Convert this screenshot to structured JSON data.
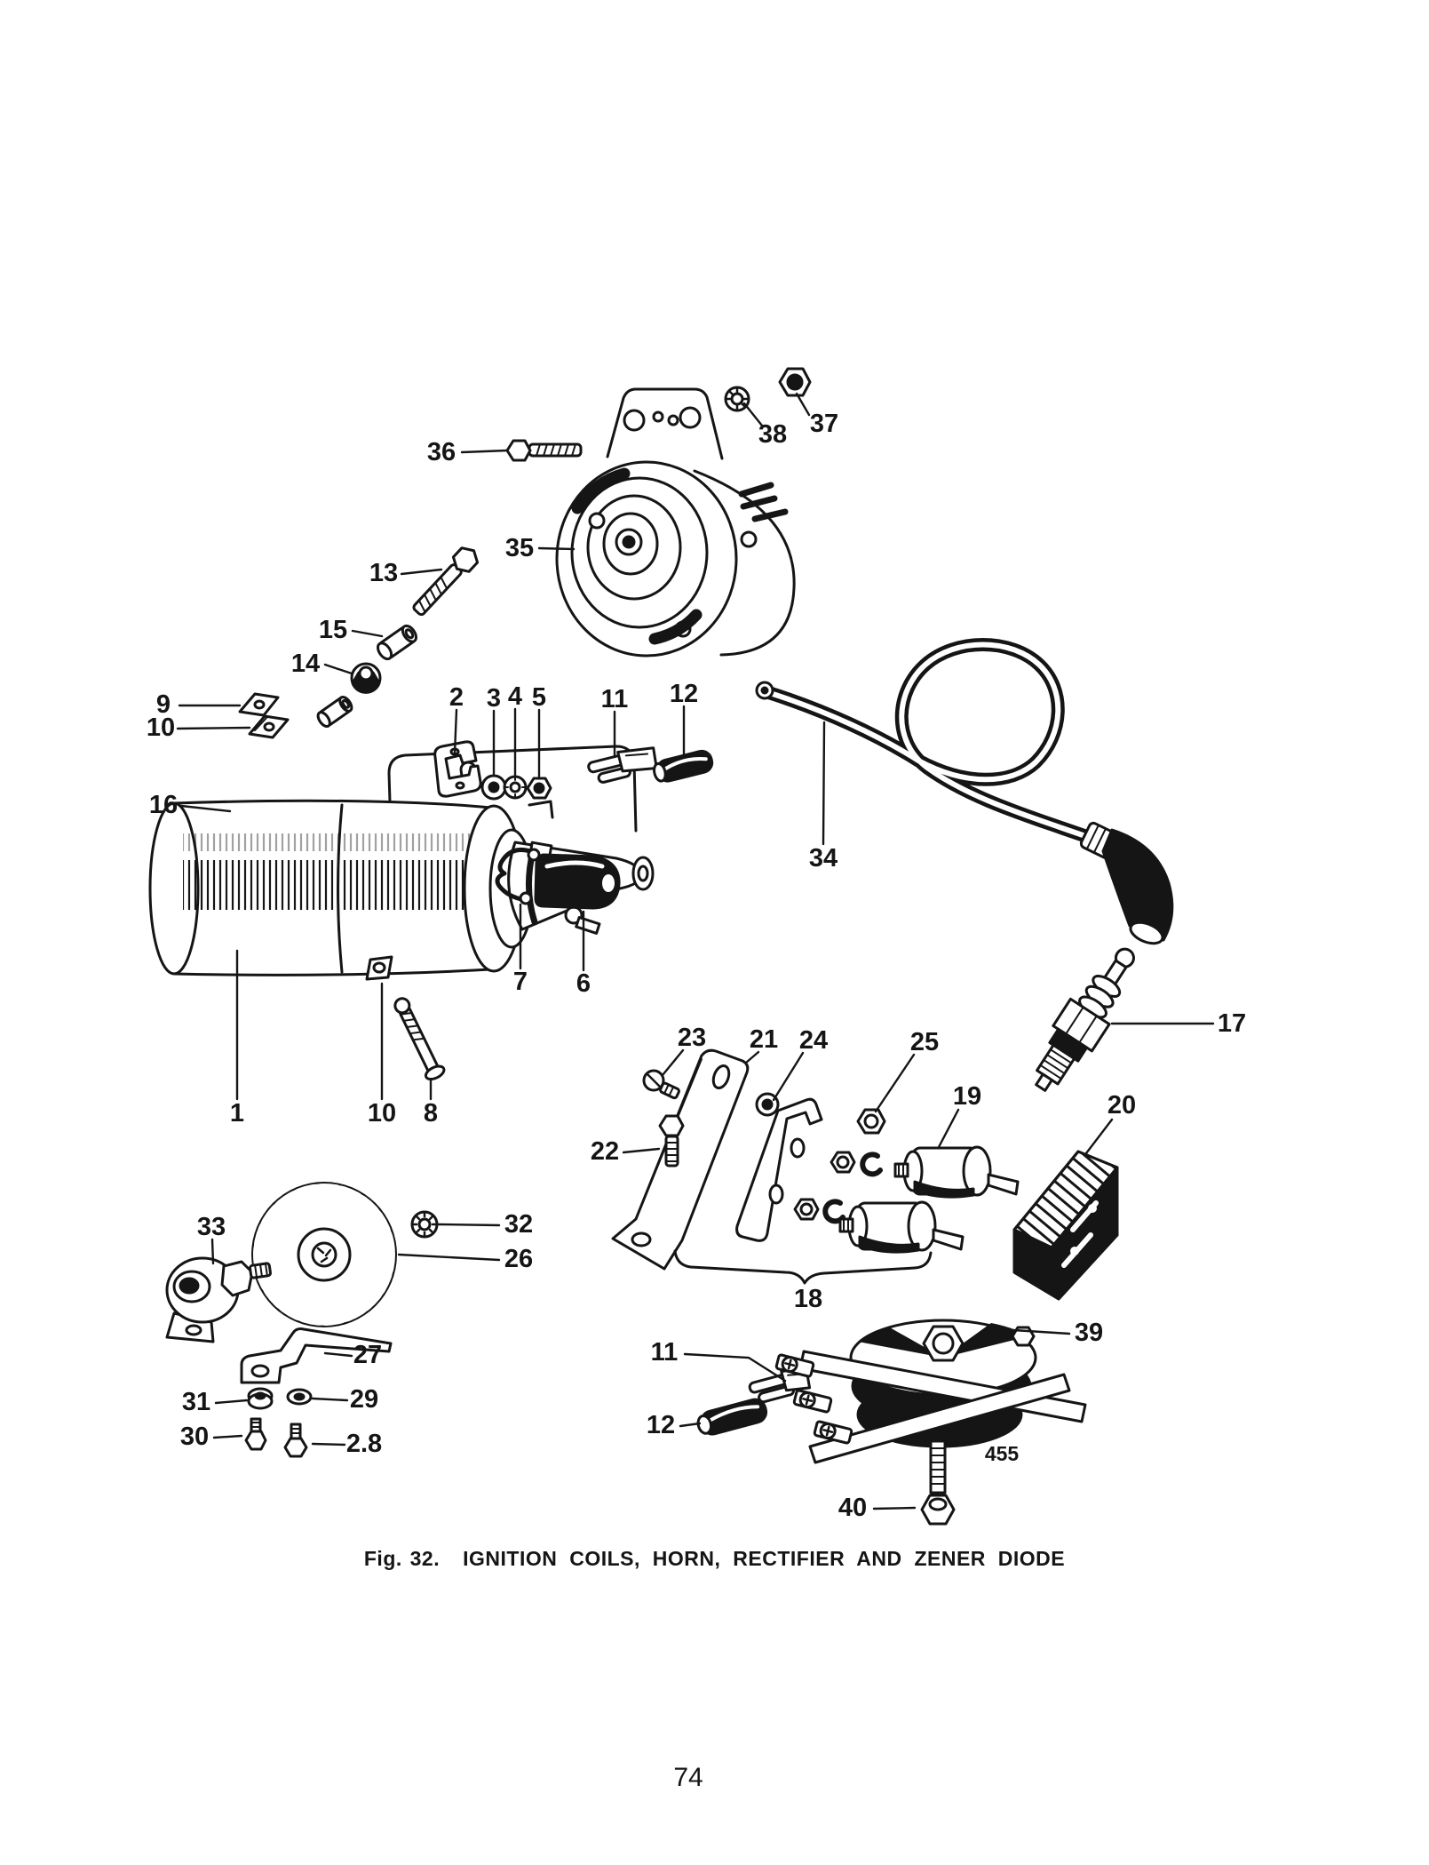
{
  "figure": {
    "caption_prefix": "Fig. 32.",
    "caption_title": "IGNITION COILS, HORN, RECTIFIER AND ZENER DIODE",
    "page_number": "74",
    "drawing_number": "455"
  },
  "colors": {
    "ink": "#151515",
    "paper": "#ffffff"
  },
  "callouts": {
    "1": "1",
    "2": "2",
    "3": "3",
    "4": "4",
    "5": "5",
    "6": "6",
    "7": "7",
    "8": "8",
    "9": "9",
    "10": "10",
    "11": "11",
    "12": "12",
    "13": "13",
    "14": "14",
    "15": "15",
    "16": "16",
    "17": "17",
    "18": "18",
    "19": "19",
    "20": "20",
    "21": "21",
    "22": "22",
    "23": "23",
    "24": "24",
    "25": "25",
    "26": "26",
    "27": "27",
    "28": "2.8",
    "29": "29",
    "30": "30",
    "31": "31",
    "32": "32",
    "33": "33",
    "34": "34",
    "35": "35",
    "36": "36",
    "37": "37",
    "38": "38",
    "39": "39",
    "40": "40"
  }
}
